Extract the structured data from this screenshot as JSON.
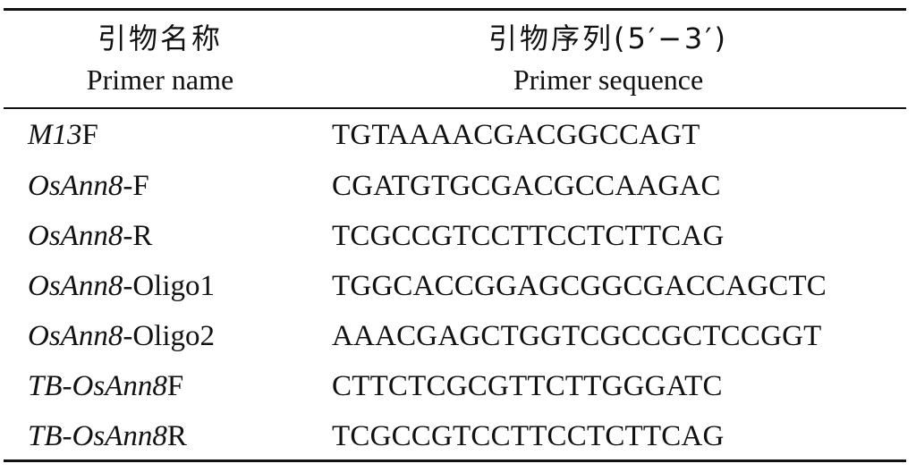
{
  "header": {
    "name_zh": "引物名称",
    "name_en": "Primer name",
    "seq_zh": "引物序列(5′−3′)",
    "seq_en": "Primer sequence"
  },
  "rows": [
    {
      "name_italic": "M13",
      "name_suffix": "F",
      "sequence": "TGTAAAACGACGGCCAGT"
    },
    {
      "name_italic": "OsAnn8",
      "name_suffix": "-F",
      "sequence": "CGATGTGCGACGCCAAGAC"
    },
    {
      "name_italic": "OsAnn8",
      "name_suffix": "-R",
      "sequence": "TCGCCGTCCTTCCTCTTCAG"
    },
    {
      "name_italic": "OsAnn8",
      "name_suffix": "-Oligo1",
      "sequence": "TGGCACCGGAGCGGCGACCAGCTC"
    },
    {
      "name_italic": "OsAnn8",
      "name_suffix": "-Oligo2",
      "sequence": "AAACGAGCTGGTCGCCGCTCCGGT"
    },
    {
      "name_italic": "TB-OsAnn8",
      "name_suffix": "F",
      "sequence": "CTTCTCGCGTTCTTGGGATC"
    },
    {
      "name_italic": "TB-OsAnn8",
      "name_suffix": "R",
      "sequence": "TCGCCGTCCTTCCTCTTCAG"
    }
  ]
}
